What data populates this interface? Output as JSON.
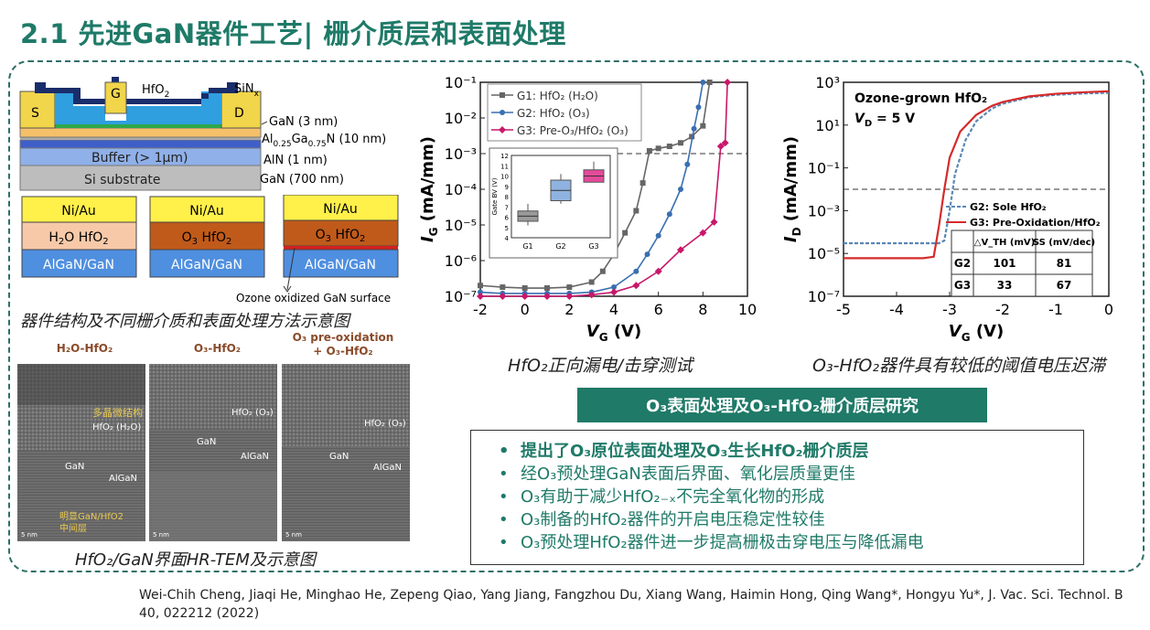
{
  "title": "2.1 先进GaN器件工艺| 栅介质层和表面处理",
  "structure": {
    "gate": "G",
    "source": "S",
    "drain": "D",
    "hfo2": "HfO",
    "hfo2_sub": "2",
    "sinx": "SiN",
    "sinx_sub": "x",
    "gan_cap": "GaN (3 nm)",
    "algan": "Al",
    "algan_a": "0.25",
    "algan_mid": "Ga",
    "algan_b": "0.75",
    "algan_end": "N (10 nm)",
    "aln": "AlN (1 nm)",
    "gan_700": "GaN (700 nm)",
    "buffer": "Buffer (> 1µm)",
    "substrate": "Si substrate"
  },
  "stacks": [
    {
      "top": "Ni/Au",
      "mid": "H",
      "mid_sub": "2",
      "mid_rest": "O HfO",
      "mid_sub2": "2",
      "bottom": "AlGaN/GaN"
    },
    {
      "top": "Ni/Au",
      "mid": "O",
      "mid_sub": "3",
      "mid_rest": " HfO",
      "mid_sub2": "2",
      "bottom": "AlGaN/GaN"
    },
    {
      "top": "Ni/Au",
      "mid": "O",
      "mid_sub": "3",
      "mid_rest": " HfO",
      "mid_sub2": "2",
      "bottom": "AlGaN/GaN"
    }
  ],
  "ozone_note": "Ozone oxidized GaN surface",
  "caption_structure": "器件结构及不同栅介质和表面处理方法示意图",
  "tem": {
    "labels": [
      "H₂O-HfO₂",
      "O₃-HfO₂",
      "O₃ pre-oxidation\n+ O₃-HfO₂"
    ],
    "img1": {
      "poly": "多晶微结构",
      "hfo2": "HfO₂ (H₂O)",
      "gan": "GaN",
      "algan": "AlGaN",
      "inter": "明显GaN/HfO2",
      "inter2": "中间层",
      "scale": "5 nm"
    },
    "img2": {
      "hfo2": "HfO₂ (O₃)",
      "gan": "GaN",
      "algan": "AlGaN",
      "scale": "5 nm"
    },
    "img3": {
      "hfo2": "HfO₂ (O₃)",
      "gan": "GaN",
      "algan": "AlGaN",
      "scale": "5 nm"
    }
  },
  "caption_tem": "HfO₂/GaN界面HR-TEM及示意图",
  "caption_chart1": "HfO₂正向漏电/击穿测试",
  "caption_chart2": "O₃-HfO₂器件具有较低的阈值电压迟滞",
  "banner": "O₃表面处理及O₃-HfO₂栅介质层研究",
  "bullets": [
    "提出了O₃原位表面处理及O₃生长HfO₂栅介质层",
    "经O₃预处理GaN表面后界面、氧化层质量更佳",
    "O₃有助于减少HfO₂₋ₓ不完全氧化物的形成",
    "O₃制备的HfO₂器件的开启电压稳定性较佳",
    "O₃预处理HfO₂器件进一步提高栅极击穿电压与降低漏电"
  ],
  "bullet_symbol": "•",
  "reference": "Wei-Chih Cheng, Jiaqi He, Minghao He, Zepeng Qiao, Yang Jiang, Fangzhou Du, Xiang Wang, Haimin Hong, Qing Wang*, Hongyu Yu*, J. Vac. Sci. Technol. B 40, 022212 (2022)",
  "chart_data": [
    {
      "type": "line",
      "x_label": "V",
      "x_label_sub": "G",
      "x_unit": " (V)",
      "y_label": "I",
      "y_label_sub": "G",
      "y_unit": " (mA/mm)",
      "x_ticks": [
        "-2",
        "0",
        "2",
        "4",
        "6",
        "8",
        "10"
      ],
      "y_ticks": [
        "10⁻¹",
        "10⁻²",
        "10⁻³",
        "10⁻⁴",
        "10⁻⁵",
        "10⁻⁶",
        "10⁻⁷"
      ],
      "xlim": [
        -2,
        10
      ],
      "ylim_log10": [
        -7,
        -1
      ],
      "dashed_level": 0.001,
      "legend_position": "top-left",
      "series": [
        {
          "name": "G1: HfO₂ (H₂O)",
          "color": "#666666",
          "marker": "square",
          "x": [
            -2,
            -1,
            0,
            1,
            2,
            3,
            3.5,
            4,
            4.5,
            5,
            5.3,
            5.6,
            6,
            6.5,
            7,
            7.5,
            8,
            8.3
          ],
          "y": [
            2e-07,
            1.8e-07,
            1.7e-07,
            1.7e-07,
            1.8e-07,
            2.5e-07,
            5e-07,
            1.5e-06,
            6e-06,
            2.5e-05,
            0.00015,
            0.0012,
            0.0014,
            0.0016,
            0.002,
            0.003,
            0.006,
            0.1
          ]
        },
        {
          "name": "G2: HfO₂ (O₃)",
          "color": "#3a6fb0",
          "marker": "circle",
          "x": [
            -2,
            -1,
            0,
            1,
            2,
            3,
            4,
            5,
            5.5,
            6,
            6.5,
            7,
            7.3,
            7.6,
            7.8,
            8
          ],
          "y": [
            1.3e-07,
            1.2e-07,
            1.2e-07,
            1.2e-07,
            1.2e-07,
            1.3e-07,
            1.8e-07,
            5e-07,
            1.5e-06,
            5e-06,
            2e-05,
            0.0001,
            0.0005,
            0.005,
            0.02,
            0.1
          ]
        },
        {
          "name": "G3: Pre-O₃/HfO₂ (O₃)",
          "color": "#c8176a",
          "marker": "diamond",
          "x": [
            -2,
            -1,
            0,
            1,
            2,
            3,
            4,
            5,
            6,
            7,
            8,
            8.5,
            8.8,
            9,
            9.1
          ],
          "y": [
            1e-07,
            1e-07,
            1e-07,
            1e-07,
            1e-07,
            1.1e-07,
            1.3e-07,
            2e-07,
            5e-07,
            2e-06,
            6e-06,
            1.2e-05,
            0.0016,
            0.002,
            0.1
          ]
        }
      ],
      "inset": {
        "type": "box",
        "ylabel": "Gate BV (V)",
        "y_ticks": [
          "4",
          "5",
          "6",
          "7",
          "8",
          "9",
          "10",
          "11",
          "12"
        ],
        "categories": [
          "G1",
          "G2",
          "G3"
        ],
        "colors": [
          "#9a9a9a",
          "#8fb3e0",
          "#e54a9a"
        ],
        "q1": [
          5.6,
          7.6,
          9.4
        ],
        "q3": [
          6.6,
          9.6,
          10.6
        ],
        "median": [
          6.1,
          8.6,
          10.0
        ],
        "min": [
          5.2,
          7.3,
          9.4
        ],
        "max": [
          7.3,
          10.2,
          11.4
        ]
      }
    },
    {
      "type": "line",
      "title": "Ozone-grown HfO₂",
      "subtitle": "= 5 V",
      "subtitle_var": "V",
      "subtitle_sub": "D",
      "x_label": "V",
      "x_label_sub": "G",
      "x_unit": " (V)",
      "y_label": "I",
      "y_label_sub": "D",
      "y_unit": " (mA/mm)",
      "x_ticks": [
        "-5",
        "-4",
        "-3",
        "-2",
        "-1",
        "0"
      ],
      "y_ticks": [
        "10³",
        "10¹",
        "10⁻¹",
        "10⁻³",
        "10⁻⁵",
        "10⁻⁷"
      ],
      "xlim": [
        -5,
        0
      ],
      "ylim_log10": [
        -7,
        3
      ],
      "dashed_level": 0.01,
      "legend_position": "right",
      "series": [
        {
          "name": "G2: Sole HfO₂",
          "color": "#5a87b5",
          "dashed": true,
          "x": [
            -5,
            -4,
            -3.5,
            -3.2,
            -3.1,
            -3.0,
            -2.9,
            -2.7,
            -2.5,
            -2.2,
            -2.0,
            -1.5,
            -1,
            -0.5,
            0
          ],
          "y": [
            3e-05,
            3e-05,
            3e-05,
            3e-05,
            4e-05,
            0.001,
            0.05,
            2,
            15,
            60,
            100,
            200,
            260,
            300,
            320
          ]
        },
        {
          "name": "G3: Pre-Oxidation/HfO₂",
          "color": "#d62a2a",
          "dashed": false,
          "x": [
            -5,
            -4,
            -3.5,
            -3.3,
            -3.2,
            -3.1,
            -3.0,
            -2.8,
            -2.5,
            -2.2,
            -2.0,
            -1.5,
            -1,
            -0.5,
            0
          ],
          "y": [
            6e-06,
            6e-06,
            6e-06,
            7e-06,
            0.0002,
            0.01,
            0.3,
            5,
            30,
            80,
            120,
            220,
            290,
            340,
            380
          ]
        }
      ],
      "table": {
        "headers": [
          "",
          "△V_TH (mV)",
          "SS (mV/dec)"
        ],
        "rows": [
          [
            "G2",
            "101",
            "81"
          ],
          [
            "G3",
            "33",
            "67"
          ]
        ]
      }
    }
  ]
}
